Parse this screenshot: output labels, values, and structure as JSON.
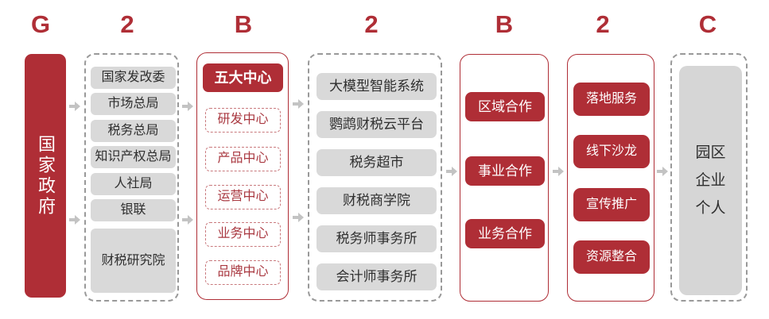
{
  "flow_letters": [
    "G",
    "2",
    "B",
    "2",
    "B",
    "2",
    "C"
  ],
  "government": {
    "label": "国家政府"
  },
  "agencies": {
    "items": [
      "国家发改委",
      "市场总局",
      "税务总局",
      "知识产权总局",
      "人社局",
      "银联",
      "财税研究院"
    ]
  },
  "centers": {
    "header": "五大中心",
    "items": [
      "研发中心",
      "产品中心",
      "运营中心",
      "业务中心",
      "品牌中心"
    ]
  },
  "platforms": {
    "items": [
      "大模型智能系统",
      "鹦鹉财税云平台",
      "税务超市",
      "财税商学院",
      "税务师事务所",
      "会计师事务所"
    ]
  },
  "cooperations": {
    "items": [
      "区域合作",
      "事业合作",
      "业务合作"
    ]
  },
  "services": {
    "items": [
      "落地服务",
      "线下沙龙",
      "宣传推广",
      "资源整合"
    ]
  },
  "customers": {
    "items": [
      "园区",
      "企业",
      "个人"
    ]
  },
  "colors": {
    "primary_red": "#AF2E36",
    "dashed_red_border": "#C9797D",
    "box_gray": "#D9D9D9",
    "container_dash_gray": "#999999",
    "arrow_gray": "#C3C3C3"
  }
}
